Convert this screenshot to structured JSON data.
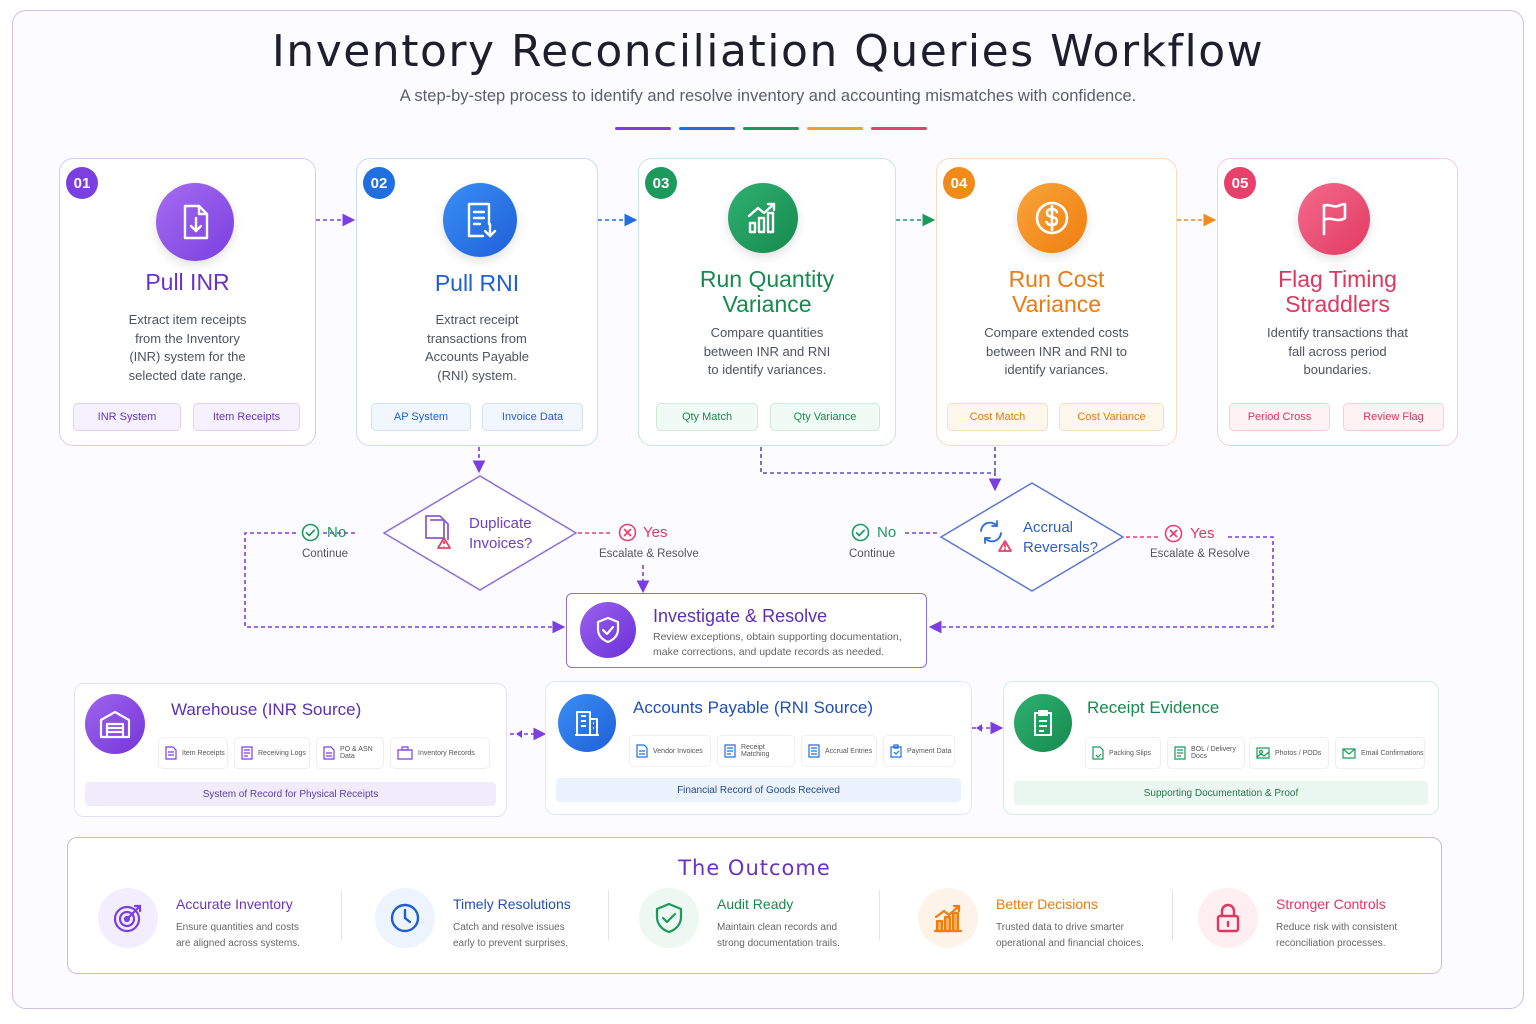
{
  "title": "Inventory Reconciliation Queries Workflow",
  "subtitle": "A step-by-step process to identify and resolve inventory and accounting mismatches with confidence.",
  "colors": {
    "purple": "#7b3fe0",
    "blue": "#1f6fe0",
    "green": "#1c9a5c",
    "orange": "#f08a18",
    "pink": "#e8406a"
  },
  "steps": [
    {
      "number": "01",
      "title": "Pull INR",
      "description": "Extract item receipts from the Inventory (INR) system for the selected date range.",
      "chips": [
        "INR System",
        "Item Receipts"
      ]
    },
    {
      "number": "02",
      "title": "Pull RNI",
      "description": "Extract receipt transactions from Accounts Payable (RNI) system.",
      "chips": [
        "AP System",
        "Invoice Data"
      ]
    },
    {
      "number": "03",
      "title": "Run Quantity Variance",
      "description": "Compare quantities between INR and RNI to identify variances.",
      "chips": [
        "Qty Match",
        "Qty Variance"
      ]
    },
    {
      "number": "04",
      "title": "Run Cost Variance",
      "description": "Compare extended costs between INR and RNI to identify variances.",
      "chips": [
        "Cost Match",
        "Cost Variance"
      ]
    },
    {
      "number": "05",
      "title": "Flag Timing Straddlers",
      "description": "Identify transactions that fall across period boundaries.",
      "chips": [
        "Period Cross",
        "Review Flag"
      ]
    }
  ],
  "decisions": [
    {
      "question": "Duplicate Invoices?",
      "no_label": "No",
      "no_action": "Continue",
      "yes_label": "Yes",
      "yes_action": "Escalate & Resolve"
    },
    {
      "question": "Accrual Reversals?",
      "no_label": "No",
      "no_action": "Continue",
      "yes_label": "Yes",
      "yes_action": "Escalate & Resolve"
    }
  ],
  "investigate": {
    "title": "Investigate & Resolve",
    "description": "Review exceptions, obtain supporting documentation, make corrections, and update records as needed."
  },
  "systems": [
    {
      "title": "Warehouse",
      "subtitle": "(INR Source)",
      "items": [
        "Item Receipts",
        "Receiving Logs",
        "PO & ASN Data",
        "Inventory Records"
      ],
      "footer": "System of Record for Physical Receipts"
    },
    {
      "title": "Accounts Payable",
      "subtitle": "(RNI Source)",
      "items": [
        "Vendor Invoices",
        "Receipt Matching",
        "Accrual Entries",
        "Payment Data"
      ],
      "footer": "Financial Record of Goods Received"
    },
    {
      "title": "Receipt Evidence",
      "subtitle": "",
      "items": [
        "Packing Slips",
        "BOL / Delivery Docs",
        "Photos / PODs",
        "Email Confirmations"
      ],
      "footer": "Supporting Documentation & Proof"
    }
  ],
  "outcome": {
    "title": "The Outcome",
    "items": [
      {
        "title": "Accurate Inventory",
        "description": "Ensure quantities and costs are aligned across systems.",
        "icon": "target-icon"
      },
      {
        "title": "Timely Resolutions",
        "description": "Catch and resolve issues early to prevent surprises.",
        "icon": "clock-icon"
      },
      {
        "title": "Audit Ready",
        "description": "Maintain clean records and strong documentation trails.",
        "icon": "shield-check-icon"
      },
      {
        "title": "Better Decisions",
        "description": "Trusted data to drive smarter operational and financial choices.",
        "icon": "chart-icon"
      },
      {
        "title": "Stronger Controls",
        "description": "Reduce risk with consistent reconciliation processes.",
        "icon": "lock-icon"
      }
    ]
  }
}
